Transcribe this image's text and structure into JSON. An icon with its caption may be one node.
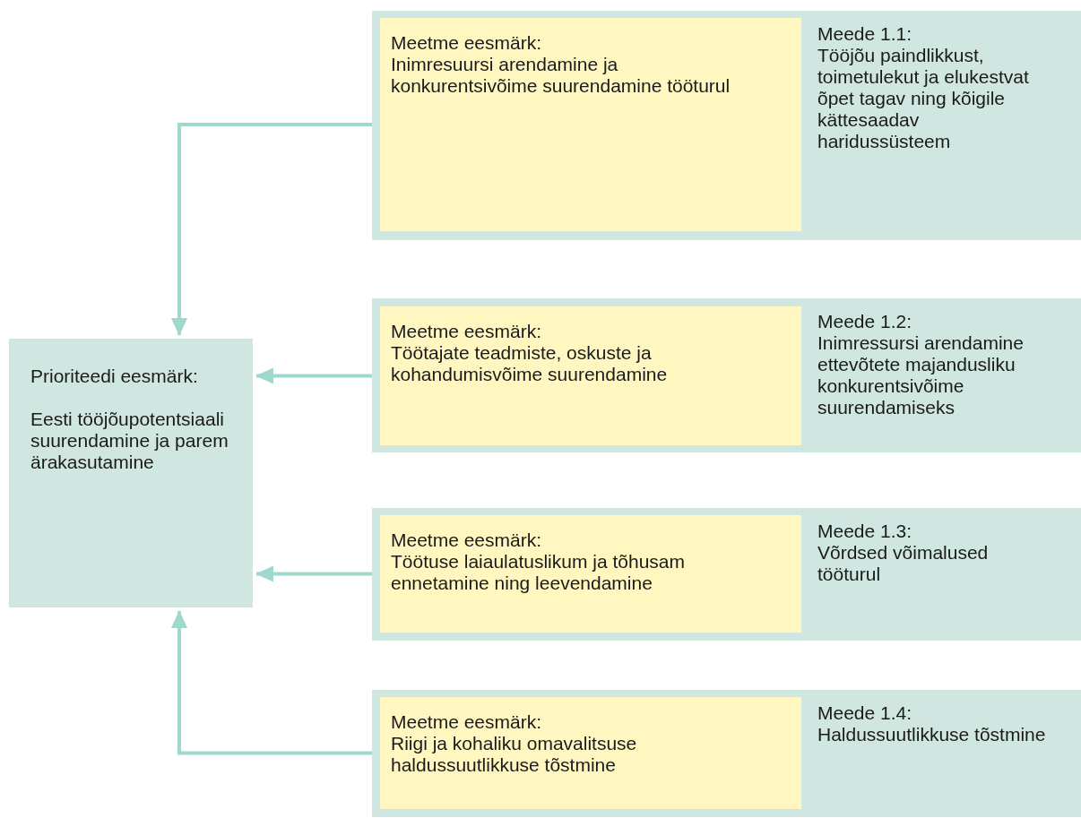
{
  "diagram": {
    "nodes": [
      {
        "text": [
          "Prioriteedi eesmärk:",
          "Eesti tööjõupotentsiaali suurendamine ja parem ärakasutamine"
        ]
      },
      {
        "text": [
          "Meede 1.1:",
          "Tööjõu paindlikkust, toimetulekut ja elukestvat õpet tagav ning kõigile kättesaadav haridussüsteem"
        ]
      },
      {
        "text": [
          "Meetme eesmärk:",
          "Inimresuursi arendamine ja konkurentsivõime suurendamine tööturul"
        ],
        "in": 1
      },
      {
        "text": [
          "Meede 1.2:",
          "Inimressursi arendamine ettevõtete majandusliku konkurentsivõime suurendamiseks"
        ]
      },
      {
        "text": [
          "Meetme eesmärk:",
          "Töötajate teadmiste, oskuste ja kohandumisvõime suurendamine"
        ],
        "in": 3
      },
      {
        "text": [
          "Meede 1.3:",
          "Võrdsed võimalused tööturul"
        ]
      },
      {
        "text": [
          "Meetme eesmärk:",
          "Töötuse laiaulatuslikum ja tõhusam ennetamine ning leevendamine"
        ],
        "in": 5
      },
      {
        "text": [
          "Meede 1.4:",
          "Haldussuutlikkuse tõstmine"
        ]
      },
      {
        "text": [
          "Meetme eesmärk:",
          "Riigi ja kohaliku omavalitsuse haldussuutlikkuse tõstmine"
        ],
        "in": 7
      }
    ],
    "edges": [
      {
        "from": 2,
        "to": 0,
        "arrow": "to"
      },
      {
        "from": 4,
        "to": 0,
        "arrow": "to"
      },
      {
        "from": 6,
        "to": 0,
        "arrow": "to"
      },
      {
        "from": 8,
        "to": 0,
        "arrow": "to"
      }
    ]
  }
}
